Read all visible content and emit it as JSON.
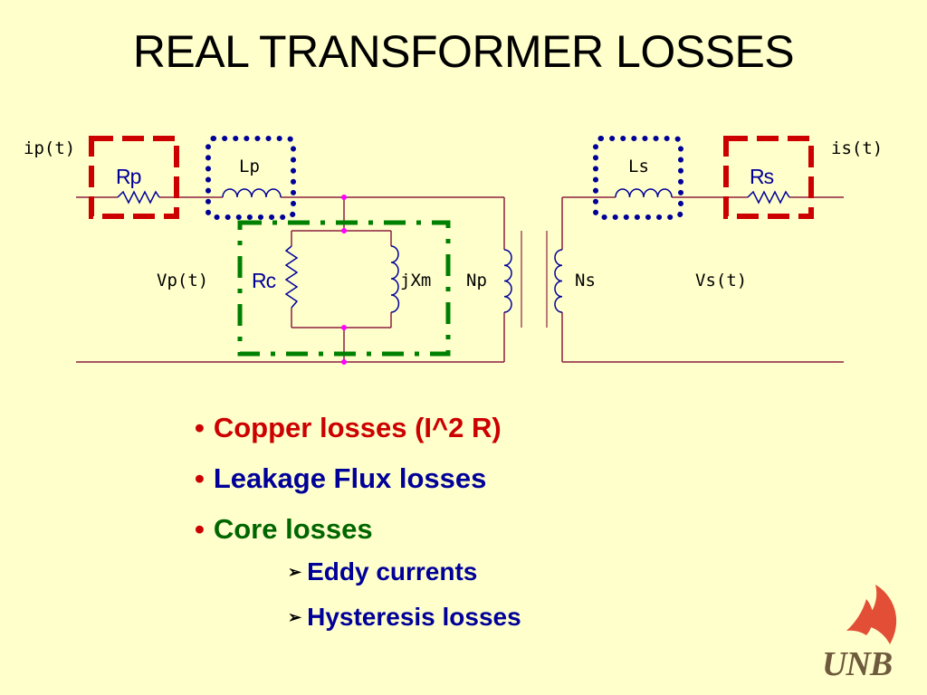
{
  "title": "REAL TRANSFORMER LOSSES",
  "circuit": {
    "ip": "ip(t)",
    "is": "is(t)",
    "rp": "Rp",
    "lp": "Lp",
    "ls": "Ls",
    "rs": "Rs",
    "vp": "Vp(t)",
    "rc": "Rc",
    "jxm": "jXm",
    "np": "Np",
    "ns": "Ns",
    "vs": "Vs(t)"
  },
  "bullets": [
    {
      "text": "Copper losses (I^2 R)",
      "color": "#CC0000"
    },
    {
      "text": "Leakage Flux losses",
      "color": "#000099"
    },
    {
      "text": "Core losses",
      "color": "#006600"
    }
  ],
  "sub_bullets": [
    {
      "text": "Eddy currents",
      "color": "#000099"
    },
    {
      "text": "Hysteresis losses",
      "color": "#000099"
    }
  ],
  "logo": {
    "text": "UNB",
    "sail_color": "#E24E36",
    "text_color": "#6E5A3C"
  },
  "colors": {
    "wire": "#8B2040",
    "copper_box": "#CC0000",
    "leakage_box": "#000099",
    "core_box": "#008000",
    "node": "#FF00FF"
  }
}
